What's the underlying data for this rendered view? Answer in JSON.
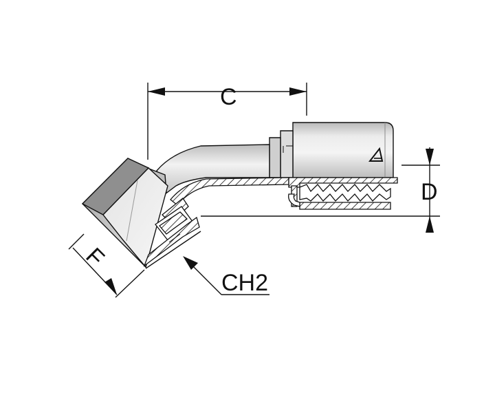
{
  "diagram": {
    "dimension_labels": {
      "c": "C",
      "d": "D",
      "f": "F",
      "ch2": "CH2"
    },
    "logo": "A",
    "colors": {
      "line": "#111111",
      "body_light": "#e6e6e6",
      "body_mid": "#c9c9c9",
      "body_dark": "#9a9a9a",
      "section": "#d8d8d8"
    }
  }
}
